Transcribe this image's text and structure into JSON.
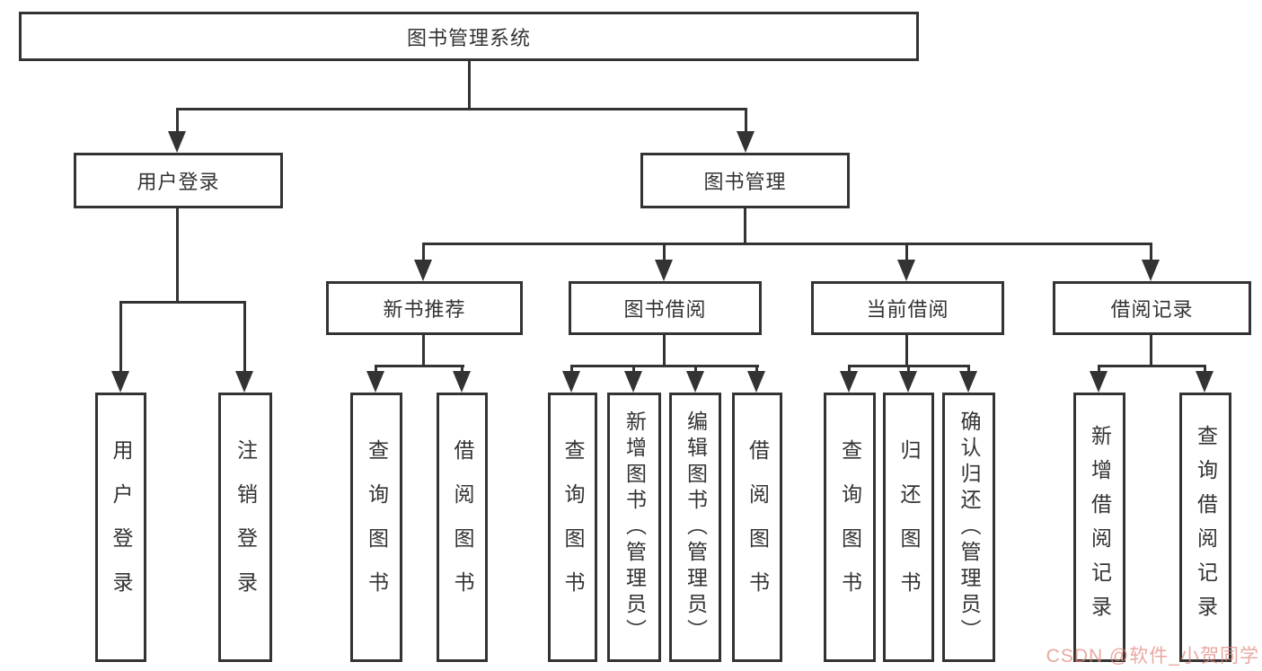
{
  "nodes": {
    "root": "图书管理系统",
    "level2": [
      "用户登录",
      "图书管理"
    ],
    "level3": [
      "新书推荐",
      "图书借阅",
      "当前借阅",
      "借阅记录"
    ],
    "leaves": [
      "用户登录",
      "注销登录",
      "查询图书",
      "借阅图书",
      "查询图书",
      "新增图书（管理员）",
      "编辑图书（管理员）",
      "借阅图书",
      "查询图书",
      "归还图书",
      "确认归还（管理员）",
      "新增借阅记录",
      "查询借阅记录"
    ]
  },
  "watermark": {
    "text": "CSDN @软件_小贺同学",
    "color": "#e0867c"
  },
  "colors": {
    "line": "#333333",
    "box_background": "#ffffff"
  }
}
